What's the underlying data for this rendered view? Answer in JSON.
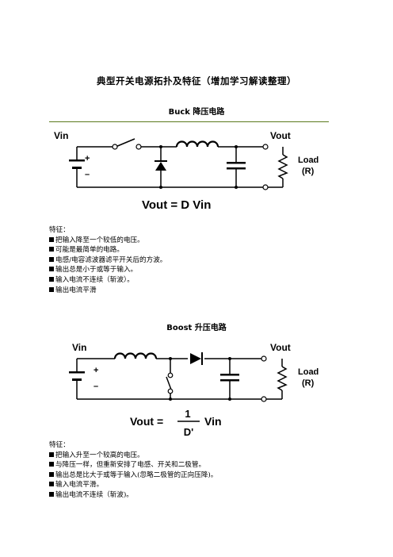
{
  "title": "典型开关电源拓扑及特征（增加学习解读整理）",
  "buck": {
    "heading": "Buck 降压电路",
    "diagram": {
      "vin": "Vin",
      "vout": "Vout",
      "plus": "+",
      "minus": "–",
      "load": "Load",
      "load_r": "(R)",
      "formula": "Vout = D Vin"
    },
    "features_label": "特征：",
    "features": [
      "把输入降至一个较低的电压。",
      "可能是最简单的电路。",
      "电感/电容滤波器滤平开关后的方波。",
      "输出总是小于或等于输入。",
      "输入电流不连续（斩波）。",
      "输出电流平滑"
    ]
  },
  "boost": {
    "heading": "Boost 升压电路",
    "diagram": {
      "vin": "Vin",
      "vout": "Vout",
      "plus": "+",
      "minus": "–",
      "load": "Load",
      "load_r": "(R)",
      "formula_lhs": "Vout =",
      "formula_num": "1",
      "formula_den": "D'",
      "formula_rhs": "Vin"
    },
    "features_label": "特征：",
    "features": [
      "把输入升至一个较高的电压。",
      "与降压一样，但重新安排了电感、开关和二极管。",
      "输出总是比大于或等于输入(忽略二极管的正向压降)。",
      "输入电流平滑。",
      "输出电流不连续（斩波)。"
    ]
  }
}
